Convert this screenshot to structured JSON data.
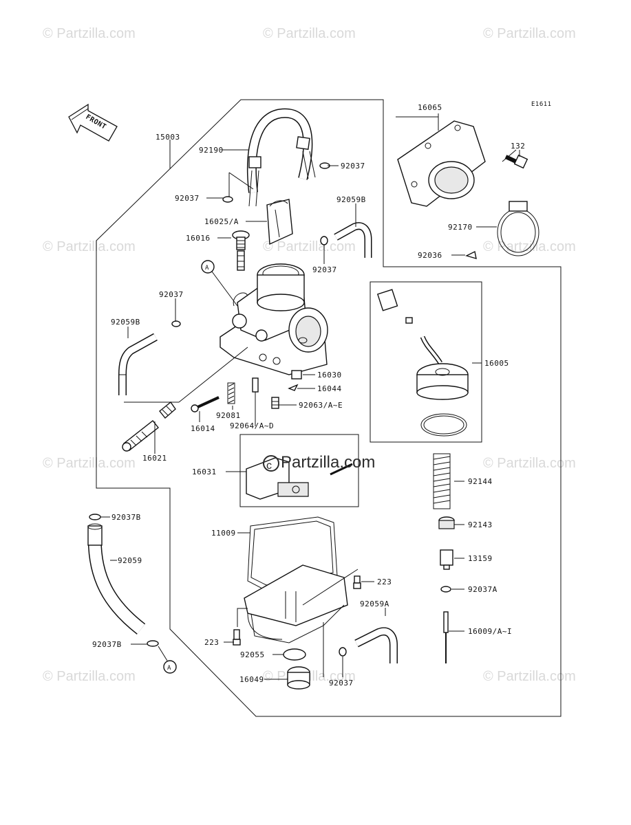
{
  "diagram_code": "E1611",
  "front_arrow_label": "FRONT",
  "watermark": "© Partzilla.com",
  "watermark_center": "Partzilla.com",
  "callout_marker": "A",
  "parts": {
    "p15003": "15003",
    "p92190": "92190",
    "p92037_top": "92037",
    "p92037_left": "92037",
    "p16025": "16025/A",
    "p16016": "16016",
    "p92059b_top": "92059B",
    "p92037_mid": "92037",
    "p92037_side": "92037",
    "p92059b_left": "92059B",
    "p16030": "16030",
    "p16044": "16044",
    "p92063": "92063/A~E",
    "p92081": "92081",
    "p92064": "92064/A~D",
    "p16014": "16014",
    "p16021": "16021",
    "p16031": "16031",
    "p16065": "16065",
    "p132": "132",
    "p92170": "92170",
    "p92036": "92036",
    "p16005": "16005",
    "p92144": "92144",
    "p92143": "92143",
    "p13159": "13159",
    "p92037a": "92037A",
    "p16009": "16009/A~I",
    "p92037b_top": "92037B",
    "p92059": "92059",
    "p92037b_bot": "92037B",
    "p11009": "11009",
    "p223_right": "223",
    "p223_left": "223",
    "p92059a": "92059A",
    "p92055": "92055",
    "p16049": "16049",
    "p92037_bot": "92037"
  }
}
